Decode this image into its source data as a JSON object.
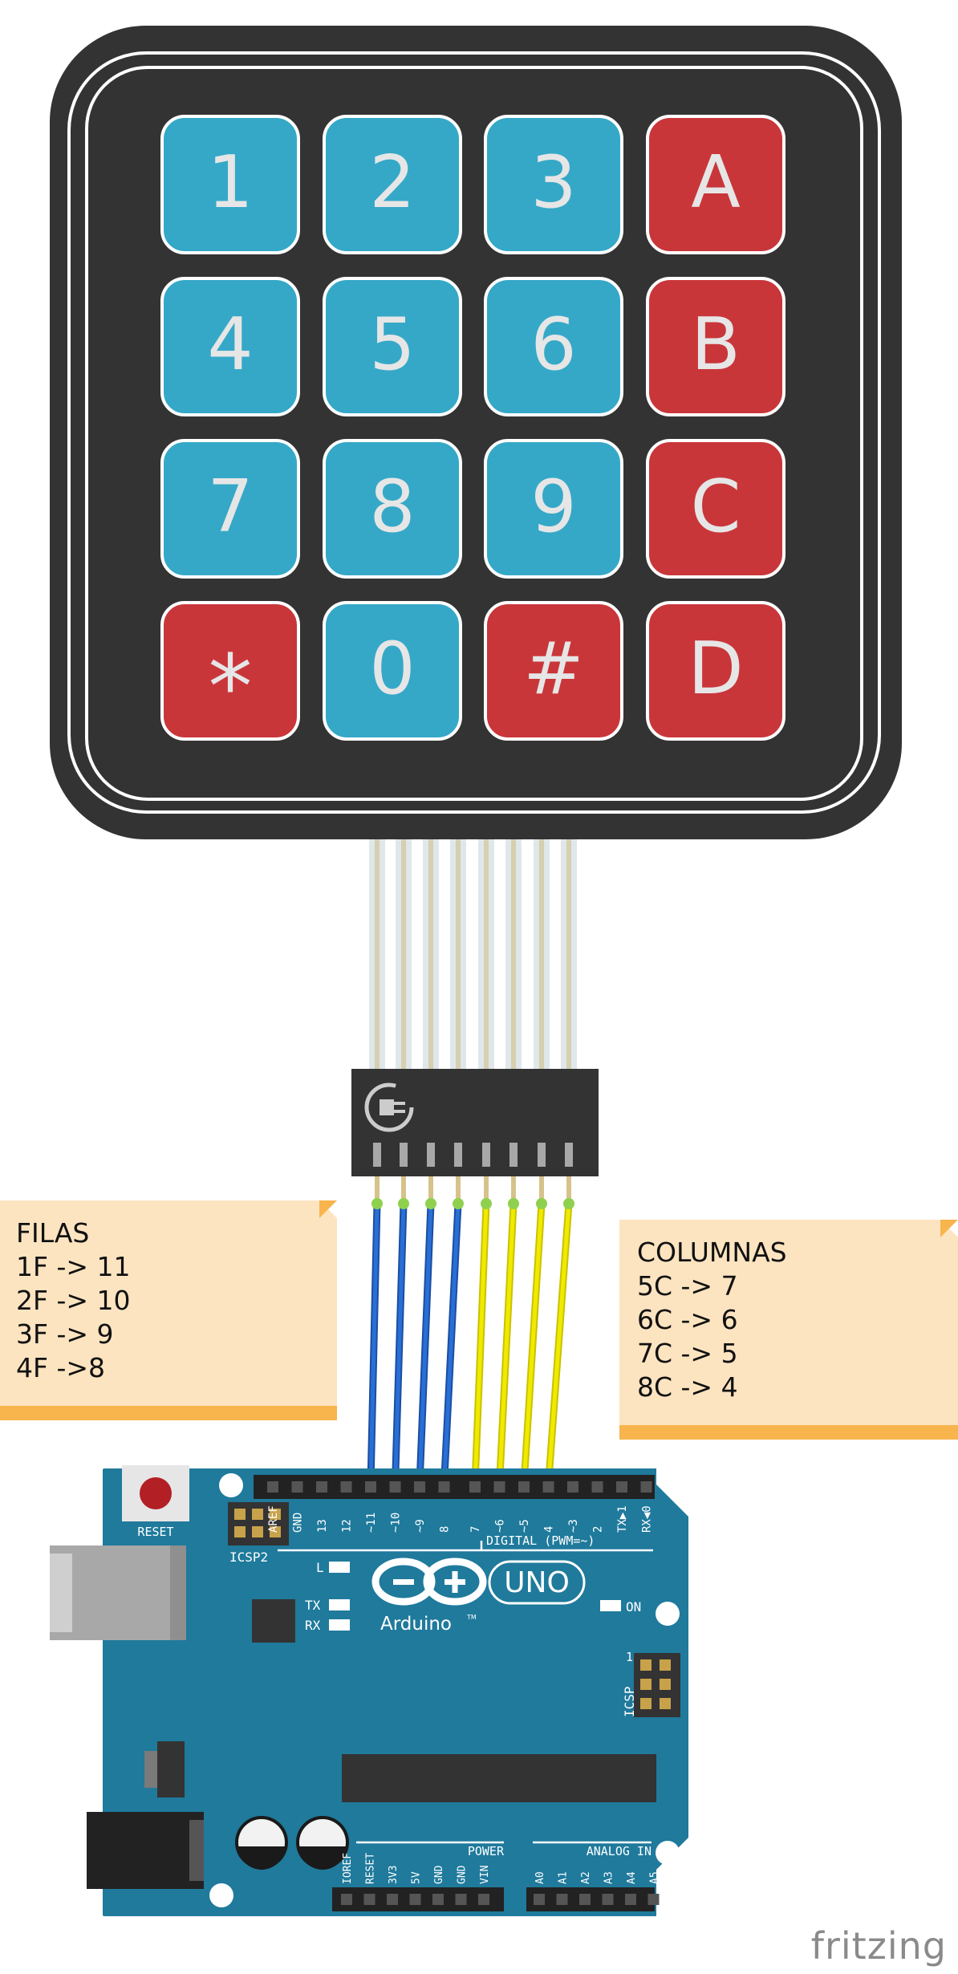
{
  "keypad": {
    "keys": [
      {
        "label": "1",
        "type": "num"
      },
      {
        "label": "2",
        "type": "num"
      },
      {
        "label": "3",
        "type": "num"
      },
      {
        "label": "A",
        "type": "letter"
      },
      {
        "label": "4",
        "type": "num"
      },
      {
        "label": "5",
        "type": "num"
      },
      {
        "label": "6",
        "type": "num"
      },
      {
        "label": "B",
        "type": "letter"
      },
      {
        "label": "7",
        "type": "num"
      },
      {
        "label": "8",
        "type": "num"
      },
      {
        "label": "9",
        "type": "num"
      },
      {
        "label": "C",
        "type": "letter"
      },
      {
        "label": "*",
        "type": "letter"
      },
      {
        "label": "0",
        "type": "num"
      },
      {
        "label": "#",
        "type": "letter"
      },
      {
        "label": "D",
        "type": "letter"
      }
    ]
  },
  "notes": {
    "filas": {
      "lines": [
        "FILAS",
        "1F -> 11",
        "2F -> 10",
        "3F -> 9",
        "4F ->8"
      ]
    },
    "columnas": {
      "lines": [
        "COLUMNAS",
        "5C -> 7",
        "6C -> 6",
        "7C -> 5",
        "8C -> 4"
      ]
    }
  },
  "arduino": {
    "reset_label": "RESET",
    "icsp2_label": "ICSP2",
    "icsp_label": "ICSP",
    "icsp_pin1": "1",
    "l_label": "L",
    "tx_label": "TX",
    "rx_label": "RX",
    "on_label": "ON",
    "uno_label": "UNO",
    "brand_label": "Arduino",
    "tm_label": "TM",
    "digital_label": "DIGITAL (PWM=~)",
    "power_label": "POWER",
    "analog_label": "ANALOG IN",
    "digital_pins": [
      "AREF",
      "GND",
      "13",
      "12",
      "~11",
      "~10",
      "~9",
      "8",
      "7",
      "~6",
      "~5",
      "4",
      "~3",
      "2",
      "TX▶1",
      "RX◀0"
    ],
    "power_pins": [
      "IOREF",
      "RESET",
      "3V3",
      "5V",
      "GND",
      "GND",
      "VIN"
    ],
    "analog_pins": [
      "A0",
      "A1",
      "A2",
      "A3",
      "A4",
      "A5"
    ]
  },
  "wires": {
    "row_color": "#2a6fd6",
    "col_color": "#f0ea00"
  },
  "colors": {
    "keypad_body": "#333333",
    "num_key": "#35a8c8",
    "letter_key": "#c9363a",
    "board": "#1f7a9c"
  },
  "watermark": "fritzing"
}
